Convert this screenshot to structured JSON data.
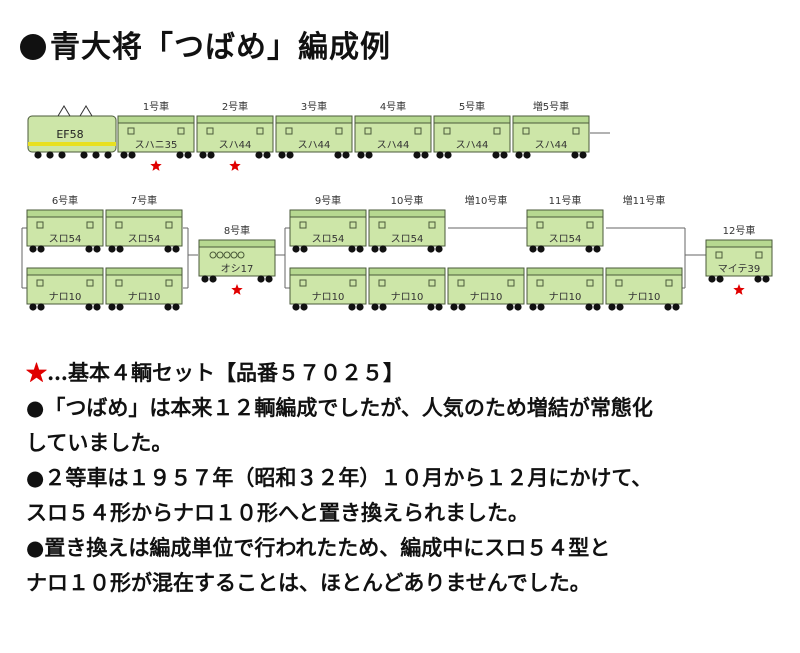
{
  "title": "青大将「つばめ」編成例",
  "colors": {
    "car_body": "#cde6a8",
    "car_roof": "#b6d890",
    "outline": "#4a5a3a",
    "wheel": "#111111",
    "star": "#e00000",
    "loco_stripe": "#e8e020"
  },
  "diagram": {
    "top_row": {
      "loco": "EF58",
      "cars": [
        {
          "no": "1号車",
          "name": "スハニ35",
          "star": true
        },
        {
          "no": "2号車",
          "name": "スハ44",
          "star": true
        },
        {
          "no": "3号車",
          "name": "スハ44",
          "star": false
        },
        {
          "no": "4号車",
          "name": "スハ44",
          "star": false
        },
        {
          "no": "5号車",
          "name": "スハ44",
          "star": false
        },
        {
          "no": "増5号車",
          "name": "スハ44",
          "star": false
        }
      ]
    },
    "bottom": {
      "group1": {
        "nos": [
          "6号車",
          "7号車"
        ],
        "upper": [
          "スロ54",
          "スロ54"
        ],
        "lower": [
          "ナロ10",
          "ナロ10"
        ]
      },
      "dining": {
        "no": "8号車",
        "name": "オシ17",
        "star": true
      },
      "group2": {
        "nos": [
          "9号車",
          "10号車",
          "増10号車",
          "11号車",
          "増11号車"
        ],
        "upper": [
          "スロ54",
          "スロ54",
          "",
          "スロ54",
          ""
        ],
        "lower": [
          "ナロ10",
          "ナロ10",
          "ナロ10",
          "ナロ10",
          "ナロ10"
        ]
      },
      "observation": {
        "no": "12号車",
        "name": "マイテ39",
        "star": true
      }
    }
  },
  "notes": {
    "line1_star": "★",
    "line1_text": "…基本４輌セット【品番５７０２５】",
    "line2": "●「つばめ」は本来１２輌編成でしたが、人気のため増結が常態化",
    "line3": "していました。",
    "line4": "●２等車は１９５７年（昭和３２年）１０月から１２月にかけて、",
    "line5": "スロ５４形からナロ１０形へと置き換えられました。",
    "line6": "●置き換えは編成単位で行われたため、編成中にスロ５４型と",
    "line7": "ナロ１０形が混在することは、ほとんどありませんでした。"
  }
}
